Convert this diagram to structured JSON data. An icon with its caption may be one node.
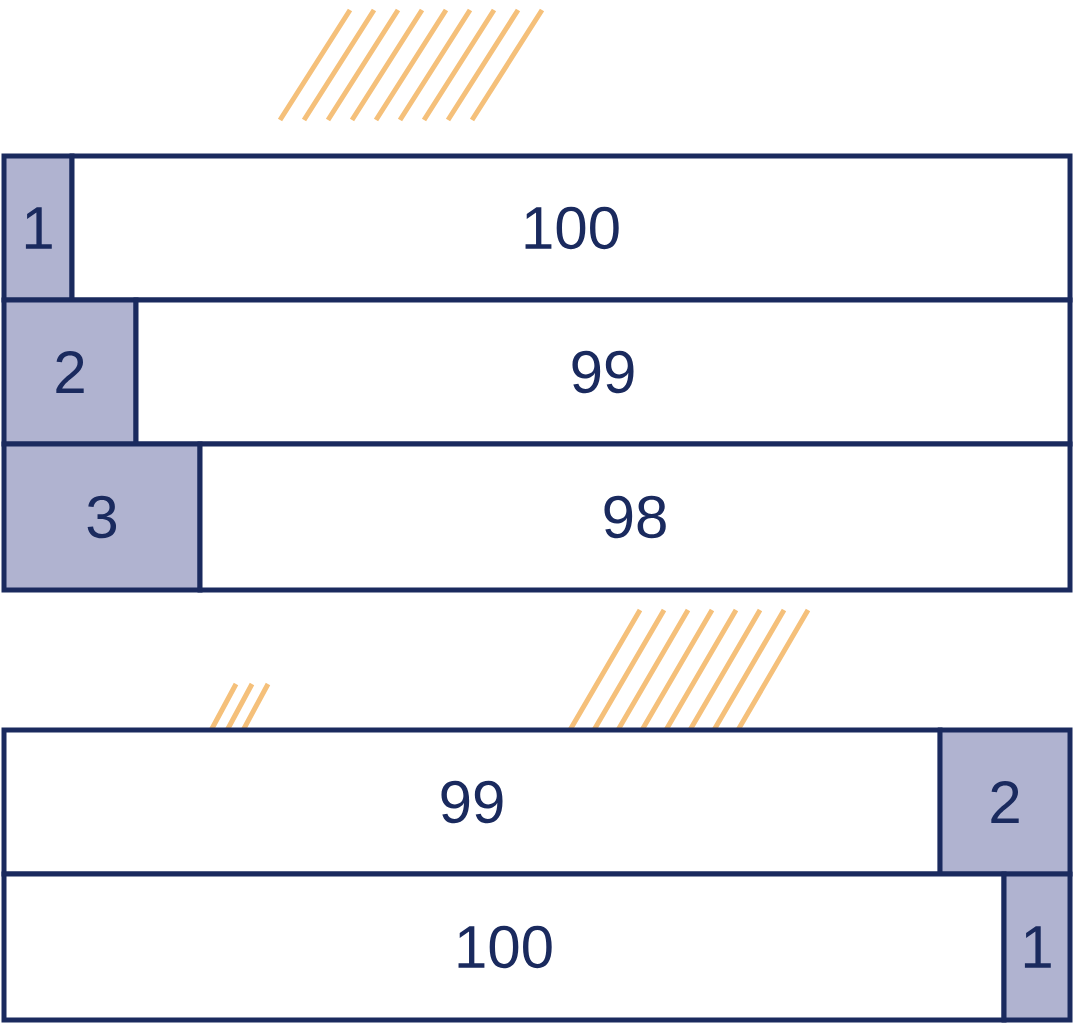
{
  "diagram": {
    "nodes": [
      {
        "text": [
          "1"
        ]
      },
      {
        "text": [
          "100"
        ]
      },
      {
        "text": [
          "2"
        ]
      },
      {
        "text": [
          "99"
        ]
      },
      {
        "text": [
          "3"
        ]
      },
      {
        "text": [
          "98"
        ]
      },
      {
        "text": [
          "99"
        ]
      },
      {
        "text": [
          "2"
        ]
      },
      {
        "text": [
          "100"
        ]
      },
      {
        "text": [
          "1"
        ]
      }
    ]
  }
}
